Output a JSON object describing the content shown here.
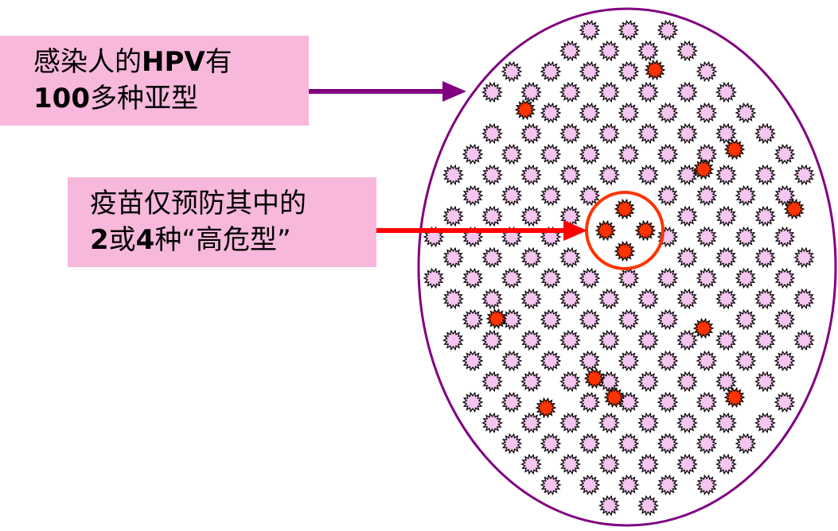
{
  "box1": {
    "line1_prefix": "感染人的",
    "line1_bold": "HPV",
    "line1_suffix": "有",
    "line2_bold": "100",
    "line2_suffix": "多种亚型"
  },
  "box2": {
    "line1": "疫苗仅预防其中的",
    "line2_bold1": "2",
    "line2_mid": "或",
    "line2_bold2": "4",
    "line2_suffix": "种“高危型”"
  },
  "colors": {
    "box_fill": "#f7b8dc",
    "ellipse_stroke": "#800080",
    "arrow1": "#800080",
    "arrow2": "#ff0000",
    "virus_pink": "#f6c6f0",
    "virus_red": "#ff3300",
    "circle_highlight": "#ff3300"
  }
}
